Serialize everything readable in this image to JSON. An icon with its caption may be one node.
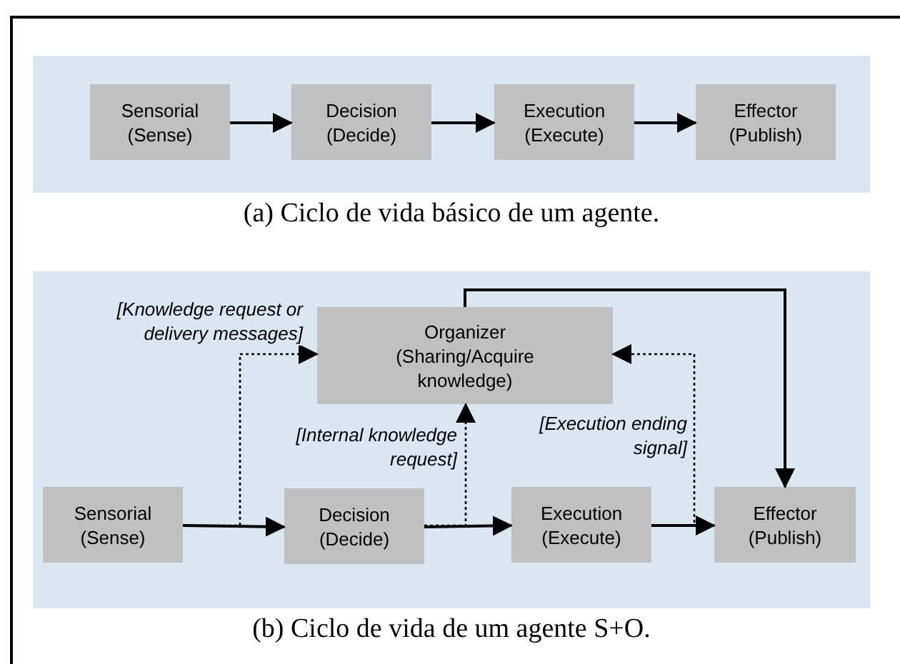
{
  "diagram": {
    "nodes": [
      {
        "text": [
          "(a) Ciclo de vida básico de um agente."
        ]
      },
      {
        "text": [
          "Sensorial (Sense)"
        ],
        "in": 0
      },
      {
        "text": [
          "Decision (Decide)"
        ],
        "in": 0
      },
      {
        "text": [
          "Execution (Execute)"
        ],
        "in": 0
      },
      {
        "text": [
          "Effector (Publish)"
        ],
        "in": 0
      },
      {
        "text": [
          "(b) Ciclo de vida de um agente S+O."
        ]
      },
      {
        "text": [
          "Organizer (Sharing/Acquire knowledge)"
        ],
        "in": 5
      },
      {
        "text": [
          "Sensorial (Sense)"
        ],
        "in": 5
      },
      {
        "text": [
          "Decision (Decide)"
        ],
        "in": 5
      },
      {
        "text": [
          "Execution (Execute)"
        ],
        "in": 5
      },
      {
        "text": [
          "Effector (Publish)"
        ],
        "in": 5
      }
    ],
    "edges": [
      {
        "from": 1,
        "to": 2,
        "arrow": "to"
      },
      {
        "from": 2,
        "to": 3,
        "arrow": "to"
      },
      {
        "from": 3,
        "to": 4,
        "arrow": "to"
      },
      {
        "from": 7,
        "to": 8,
        "arrow": "to"
      },
      {
        "from": 8,
        "to": 9,
        "arrow": "to"
      },
      {
        "from": 9,
        "to": 10,
        "arrow": "to"
      },
      {
        "from": 6,
        "to": 10,
        "arrow": "to"
      },
      {
        "from": 7,
        "to": 6,
        "arrow": "to",
        "style": "dashed",
        "label": "[Knowledge request or delivery messages]"
      },
      {
        "from": 8,
        "to": 6,
        "arrow": "to",
        "style": "dashed",
        "label": "[Internal knowledge request]"
      },
      {
        "from": 9,
        "to": 6,
        "arrow": "to",
        "style": "dashed",
        "label": "[Execution ending signal]"
      }
    ]
  }
}
